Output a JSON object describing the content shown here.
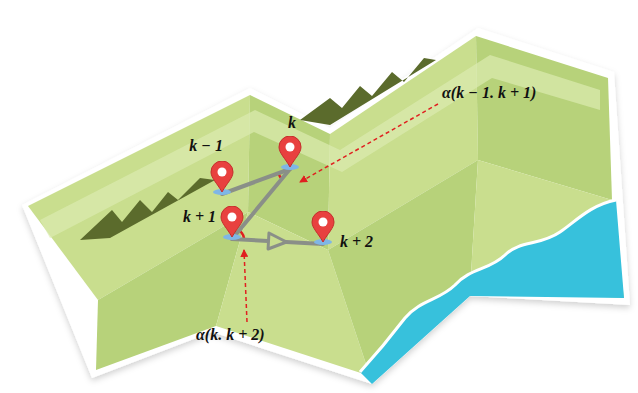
{
  "diagram": {
    "nodes": [
      {
        "text": [
          "k − 1"
        ]
      },
      {
        "text": [
          "k"
        ]
      },
      {
        "text": [
          "k + 1"
        ]
      },
      {
        "text": [
          "k + 2"
        ]
      }
    ],
    "edges": [
      {
        "from": 0,
        "to": 1,
        "arrow": "none"
      },
      {
        "from": 1,
        "to": 2,
        "arrow": "none"
      },
      {
        "from": 2,
        "to": 3,
        "arrow": "to"
      }
    ],
    "labels": [
      "α(k − 1. k + 1)",
      "α(k. k + 2)"
    ]
  }
}
